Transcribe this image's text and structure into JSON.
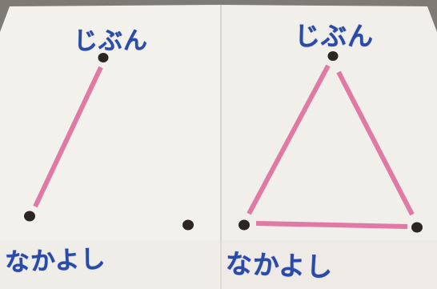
{
  "colors": {
    "paper_left": "#f3f1ec",
    "paper_right": "#f1efea",
    "background": "#7e7a74",
    "line": "#e07aa4",
    "dot": "#2b2624",
    "text": "#2a4aa8"
  },
  "left_board": {
    "top_label": "じぶん",
    "bottom_label": "なかよし"
  },
  "right_board": {
    "top_label": "じぶん",
    "bottom_label": "なかよし"
  }
}
